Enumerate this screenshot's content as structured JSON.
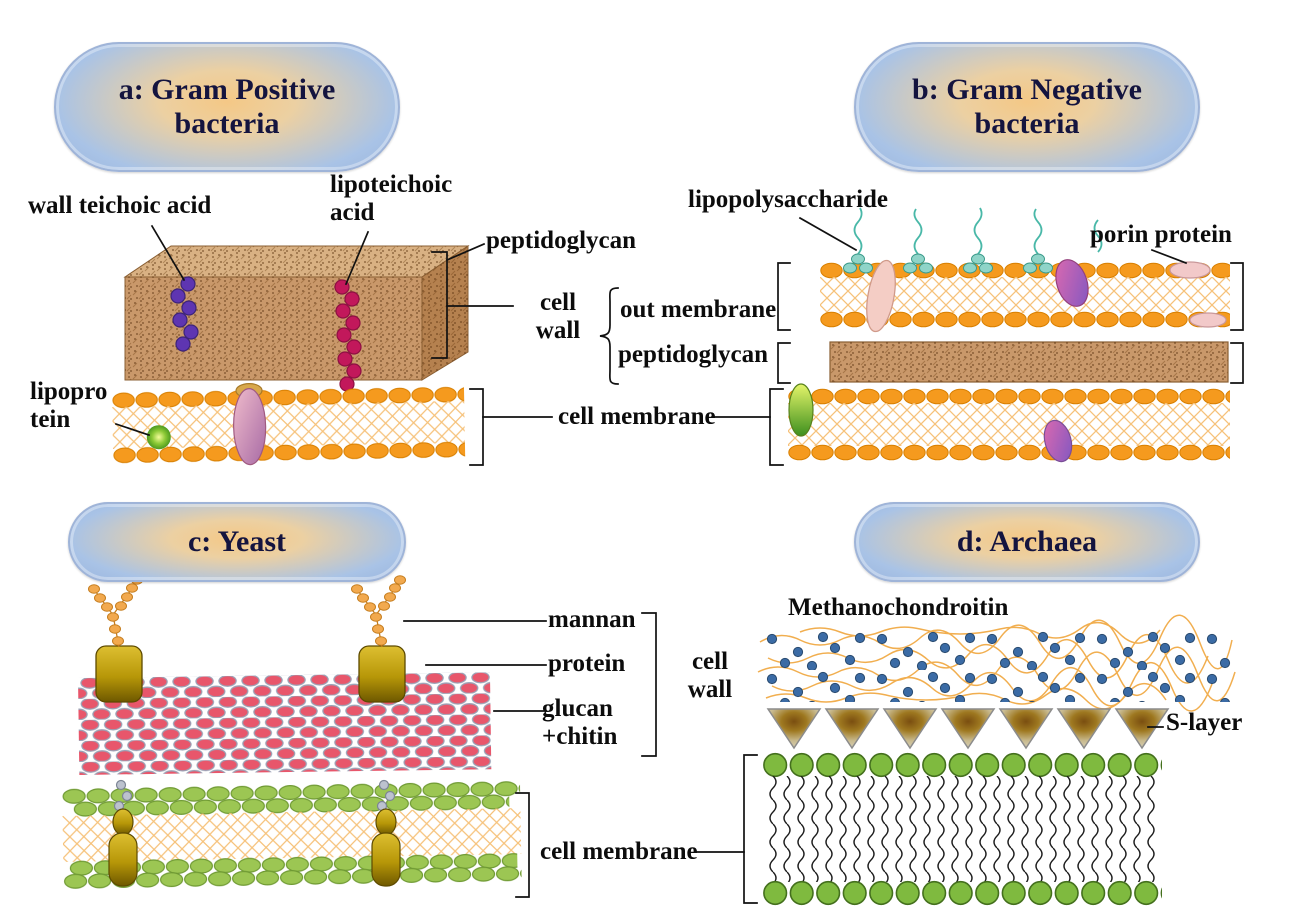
{
  "figure": {
    "panels": {
      "a": {
        "title": "a: Gram Positive bacteria",
        "labels": {
          "wall_teichoic_acid": "wall teichoic acid",
          "lipoteichoic_acid": "lipoteichoic acid",
          "peptidoglycan": "peptidoglycan",
          "lipoprotein": "lipoprotein"
        }
      },
      "b": {
        "title": "b: Gram Negative bacteria",
        "labels": {
          "lipopolysaccharide": "lipopolysaccharide",
          "porin_protein": "porin protein",
          "out_membrane": "out membrane",
          "peptidoglycan": "peptidoglycan"
        }
      },
      "c": {
        "title": "c: Yeast",
        "labels": {
          "mannan": "mannan",
          "protein": "protein",
          "glucan_chitin": "glucan +chitin",
          "cell_wall": "cell wall"
        }
      },
      "d": {
        "title": "d: Archaea",
        "labels": {
          "methanochondroitin": "Methanochondroitin",
          "s_layer": "S-layer"
        }
      },
      "shared": {
        "cell_wall": "cell wall",
        "cell_membrane_ab": "cell membrane",
        "cell_membrane_cd": "cell membrane"
      }
    },
    "colors": {
      "membrane-orange": "#F59A1E",
      "peptidoglycan-tan": "#C9986A",
      "teichoic-purple": "#5E35B1",
      "lipoteichoic-red": "#C2185B",
      "lps-teal": "#49B8A8",
      "glucan-pink": "#E8566B",
      "protein-gold": "#B79708",
      "yeast-green": "#9CC653",
      "archaea-green": "#7FBA3F",
      "dot-blue": "#3B6BA5",
      "thread-orange": "#F0A63C",
      "pill-blue": "#A9C3E6",
      "pill-peach": "#F4C886"
    }
  }
}
